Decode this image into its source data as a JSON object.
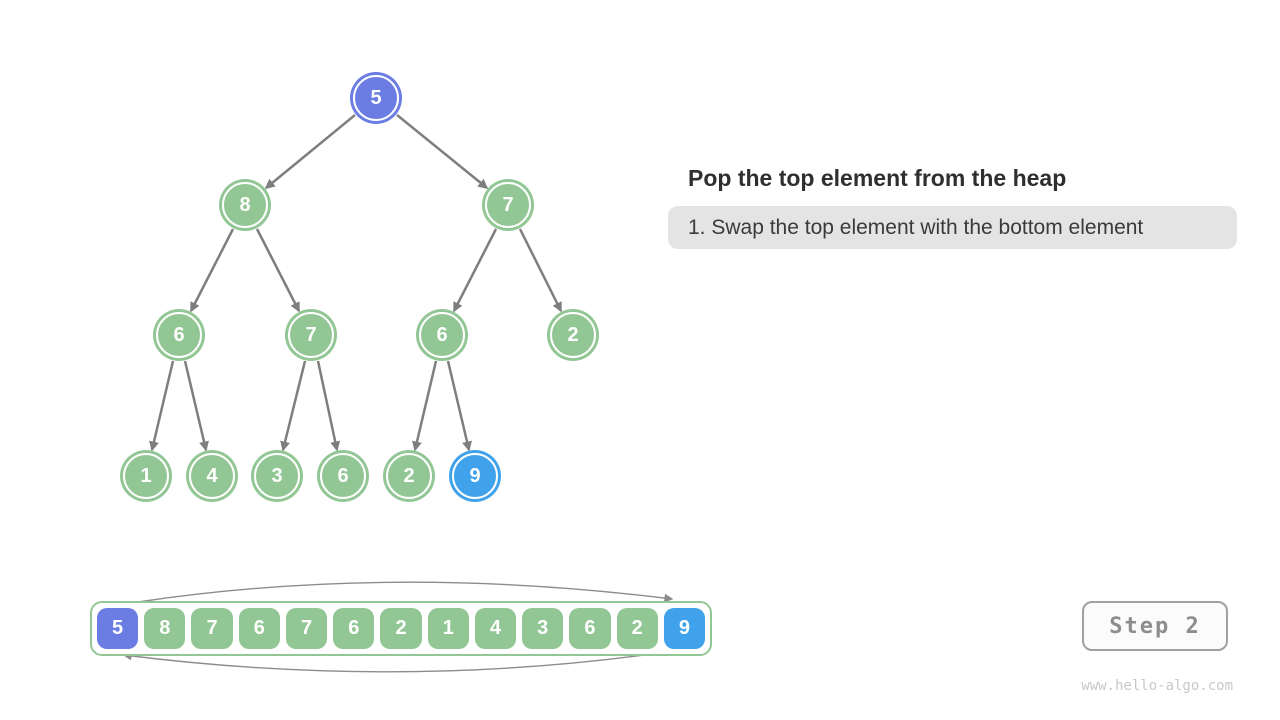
{
  "colors": {
    "green": "#92c795",
    "node-top": "#6b7ce3",
    "node-bottom": "#3fa2eb",
    "edge": "#7e7e7e",
    "swap-line": "#8c8c8c",
    "pill-bg": "#e4e4e4",
    "title-text": "#2f2f2f",
    "note-text": "#3a3a3a",
    "step-border": "#a0a0a0",
    "step-text": "#8d8d8d",
    "watermark-text": "#c8c8c8"
  },
  "annotation": {
    "title": "Pop the top element from the heap",
    "note": "1. Swap the top element with the bottom element"
  },
  "tree": {
    "nodes": [
      {
        "value": "5",
        "highlight": "top"
      },
      {
        "value": "8",
        "highlight": "none"
      },
      {
        "value": "7",
        "highlight": "none"
      },
      {
        "value": "6",
        "highlight": "none"
      },
      {
        "value": "7",
        "highlight": "none"
      },
      {
        "value": "6",
        "highlight": "none"
      },
      {
        "value": "2",
        "highlight": "none"
      },
      {
        "value": "1",
        "highlight": "none"
      },
      {
        "value": "4",
        "highlight": "none"
      },
      {
        "value": "3",
        "highlight": "none"
      },
      {
        "value": "6",
        "highlight": "none"
      },
      {
        "value": "2",
        "highlight": "none"
      },
      {
        "value": "9",
        "highlight": "bottom"
      }
    ]
  },
  "array": {
    "cells": [
      {
        "value": "5",
        "highlight": "top"
      },
      {
        "value": "8",
        "highlight": "none"
      },
      {
        "value": "7",
        "highlight": "none"
      },
      {
        "value": "6",
        "highlight": "none"
      },
      {
        "value": "7",
        "highlight": "none"
      },
      {
        "value": "6",
        "highlight": "none"
      },
      {
        "value": "2",
        "highlight": "none"
      },
      {
        "value": "1",
        "highlight": "none"
      },
      {
        "value": "4",
        "highlight": "none"
      },
      {
        "value": "3",
        "highlight": "none"
      },
      {
        "value": "6",
        "highlight": "none"
      },
      {
        "value": "2",
        "highlight": "none"
      },
      {
        "value": "9",
        "highlight": "bottom"
      }
    ]
  },
  "step": {
    "label": "Step 2"
  },
  "watermark": {
    "text": "www.hello-algo.com"
  }
}
